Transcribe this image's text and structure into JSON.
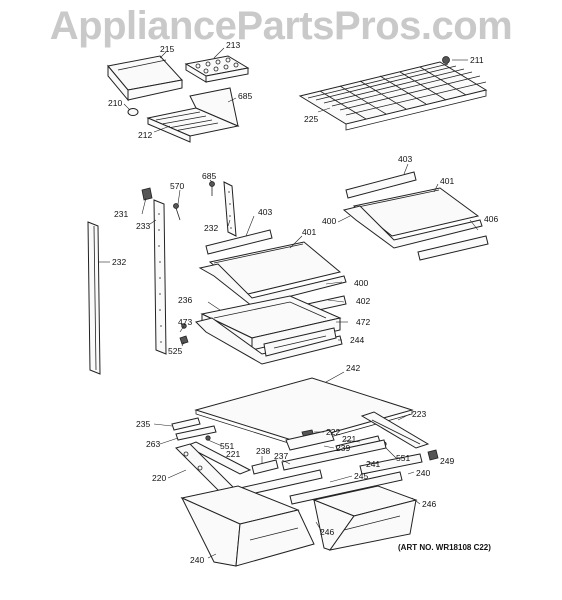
{
  "watermark": "AppliancePartsPros.com",
  "art_number": "(ART NO. WR18108 C22)",
  "callouts": [
    {
      "id": "215",
      "text": "215"
    },
    {
      "id": "213",
      "text": "213"
    },
    {
      "id": "211",
      "text": "211"
    },
    {
      "id": "685a",
      "text": "685"
    },
    {
      "id": "210",
      "text": "210"
    },
    {
      "id": "212",
      "text": "212"
    },
    {
      "id": "225",
      "text": "225"
    },
    {
      "id": "403a",
      "text": "403"
    },
    {
      "id": "401a",
      "text": "401"
    },
    {
      "id": "685b",
      "text": "685"
    },
    {
      "id": "570",
      "text": "570"
    },
    {
      "id": "231",
      "text": "231"
    },
    {
      "id": "233",
      "text": "233"
    },
    {
      "id": "232a",
      "text": "232"
    },
    {
      "id": "403b",
      "text": "403"
    },
    {
      "id": "400a",
      "text": "400"
    },
    {
      "id": "406",
      "text": "406"
    },
    {
      "id": "401b",
      "text": "401"
    },
    {
      "id": "232b",
      "text": "232"
    },
    {
      "id": "400b",
      "text": "400"
    },
    {
      "id": "402",
      "text": "402"
    },
    {
      "id": "236",
      "text": "236"
    },
    {
      "id": "473",
      "text": "473"
    },
    {
      "id": "472",
      "text": "472"
    },
    {
      "id": "525",
      "text": "525"
    },
    {
      "id": "244",
      "text": "244"
    },
    {
      "id": "242",
      "text": "242"
    },
    {
      "id": "235",
      "text": "235"
    },
    {
      "id": "223",
      "text": "223"
    },
    {
      "id": "222",
      "text": "222"
    },
    {
      "id": "263",
      "text": "263"
    },
    {
      "id": "221a",
      "text": "221"
    },
    {
      "id": "551a",
      "text": "551"
    },
    {
      "id": "239",
      "text": "239"
    },
    {
      "id": "238",
      "text": "238"
    },
    {
      "id": "221b",
      "text": "221"
    },
    {
      "id": "237",
      "text": "237"
    },
    {
      "id": "551b",
      "text": "551"
    },
    {
      "id": "249",
      "text": "249"
    },
    {
      "id": "241",
      "text": "241"
    },
    {
      "id": "220",
      "text": "220"
    },
    {
      "id": "240a",
      "text": "240"
    },
    {
      "id": "245",
      "text": "245"
    },
    {
      "id": "246a",
      "text": "246"
    },
    {
      "id": "246b",
      "text": "246"
    },
    {
      "id": "240b",
      "text": "240"
    }
  ]
}
